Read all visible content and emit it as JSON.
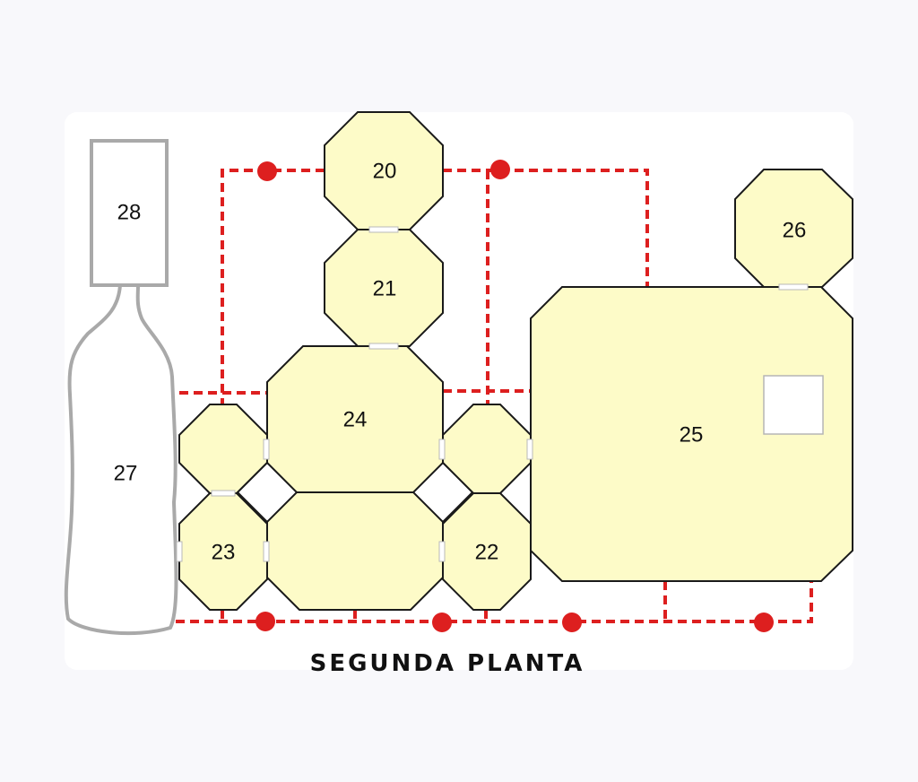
{
  "caption": "SEGUNDA PLANTA",
  "colors": {
    "room_fill": "#fdfbc8",
    "room_stroke": "#1a1a1a",
    "path": "#dd1f1f",
    "outline_gray": "#a9a9a9",
    "door": "#ffffff"
  },
  "rooms": [
    {
      "id": "20",
      "label": "20"
    },
    {
      "id": "21",
      "label": "21"
    },
    {
      "id": "22",
      "label": "22"
    },
    {
      "id": "23",
      "label": "23"
    },
    {
      "id": "24",
      "label": "24"
    },
    {
      "id": "25",
      "label": "25"
    },
    {
      "id": "26",
      "label": "26"
    },
    {
      "id": "27",
      "label": "27"
    },
    {
      "id": "28",
      "label": "28"
    }
  ]
}
